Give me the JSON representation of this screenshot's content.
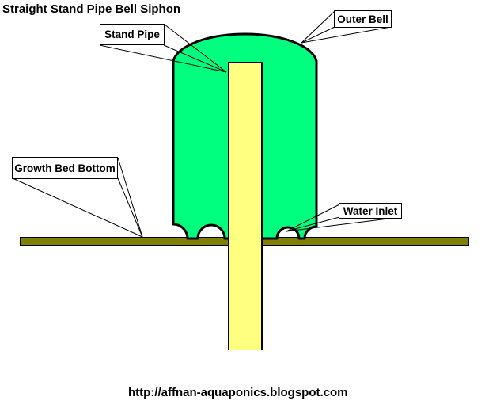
{
  "title": "Straight Stand Pipe Bell Siphon",
  "labels": {
    "stand_pipe": "Stand Pipe",
    "outer_bell": "Outer Bell",
    "growth_bed_bottom": "Growth Bed Bottom",
    "water_inlet": "Water Inlet"
  },
  "footer": {
    "url": "http://affnan-aquaponics.blogspot.com"
  },
  "colors": {
    "outer_bell_fill": "#00FF7F",
    "stand_pipe_fill": "#FFFF80",
    "growth_bed_fill": "#808000",
    "outline": "#000000",
    "background": "#FFFFFF"
  }
}
